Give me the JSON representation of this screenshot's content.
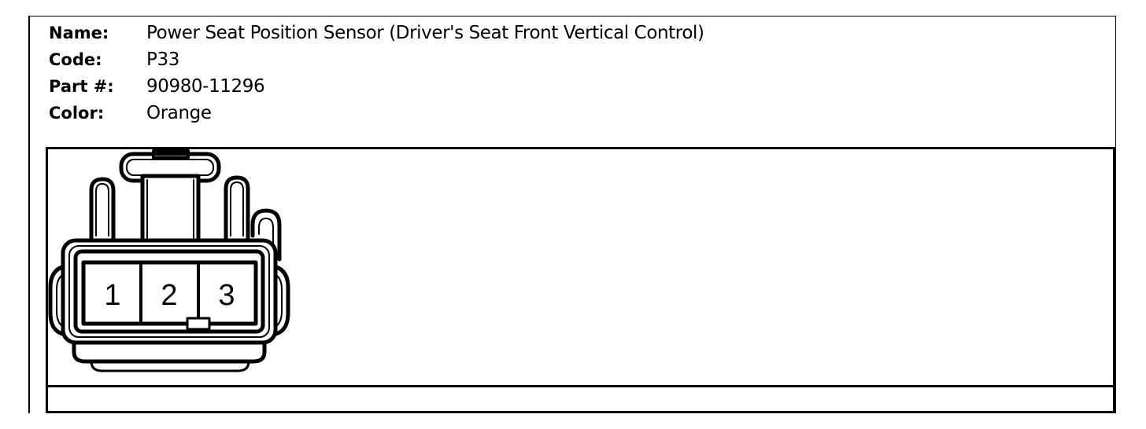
{
  "fields": [
    {
      "label": "Name:",
      "value": "Power Seat Position Sensor (Driver's Seat Front Vertical Control)"
    },
    {
      "label": "Code:",
      "value": "P33"
    },
    {
      "label": "Part #:",
      "value": "90980-11296"
    },
    {
      "label": "Color:",
      "value": "Orange"
    }
  ],
  "connector": {
    "pins": [
      "1",
      "2",
      "3"
    ]
  }
}
